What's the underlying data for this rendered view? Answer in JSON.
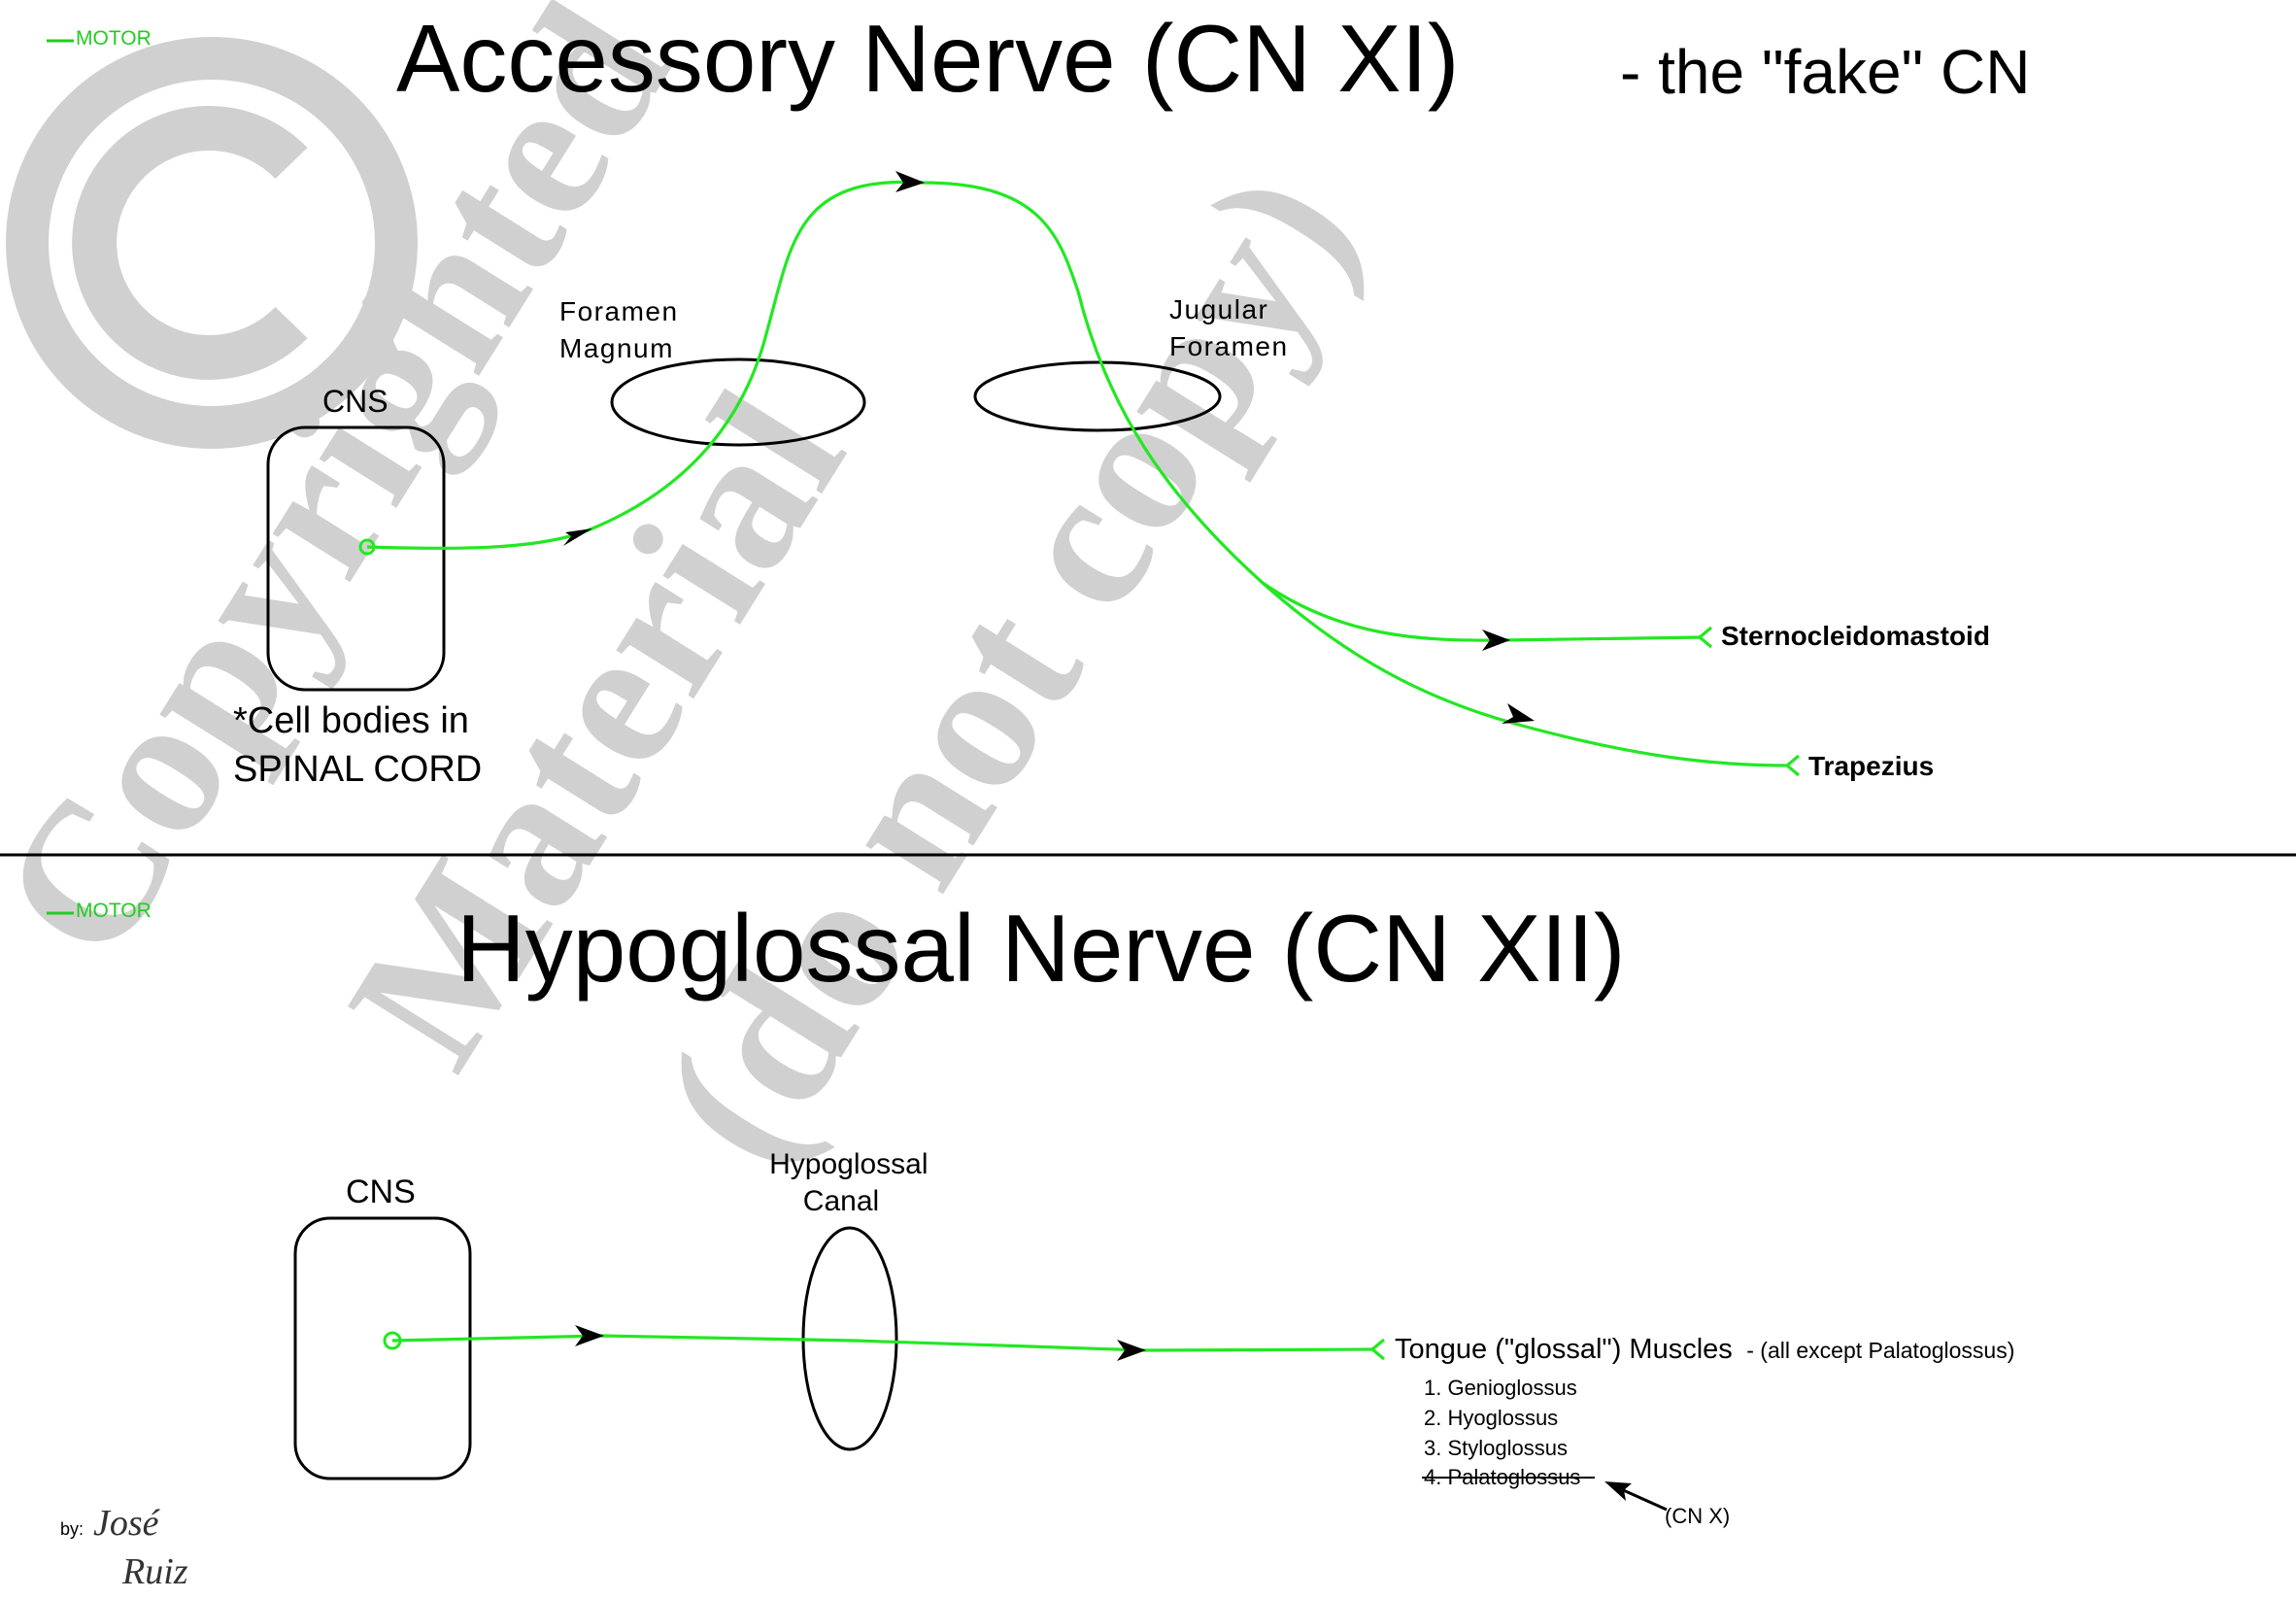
{
  "watermark": {
    "line1": "Copyrighted",
    "line2": "Material",
    "line3": "(do not copy)",
    "symbol": "©",
    "color": "#c8c8c8"
  },
  "colors": {
    "nerve": "#22e822",
    "outline": "#000000",
    "legend": "#22cc22"
  },
  "top": {
    "legend": "MOTOR",
    "title": "Accessory Nerve (CN XI)",
    "title_suffix": "-  the \"fake\" CN",
    "cns_label": "CNS",
    "foramen_magnum": [
      "Foramen",
      "Magnum"
    ],
    "jugular_foramen": [
      "Jugular",
      "Foramen"
    ],
    "targets": [
      "Sternocleidomastoid",
      "Trapezius"
    ],
    "note": [
      "*Cell bodies in",
      "SPINAL CORD"
    ]
  },
  "bottom": {
    "legend": "MOTOR",
    "title": "Hypoglossal Nerve (CN XII)",
    "cns_label": "CNS",
    "canal": [
      "Hypoglossal",
      "Canal"
    ],
    "target": "Tongue (\"glossal\") Muscles",
    "target_note": "- (all except Palatoglossus)",
    "muscles": [
      "1.  Genioglossus",
      "2.  Hyoglossus",
      "3.  Styloglossus",
      "4.  Palatoglossus"
    ],
    "cn_x_note": "(CN X)"
  },
  "signature": {
    "by": "by:",
    "name1": "José",
    "name2": "Ruiz"
  }
}
